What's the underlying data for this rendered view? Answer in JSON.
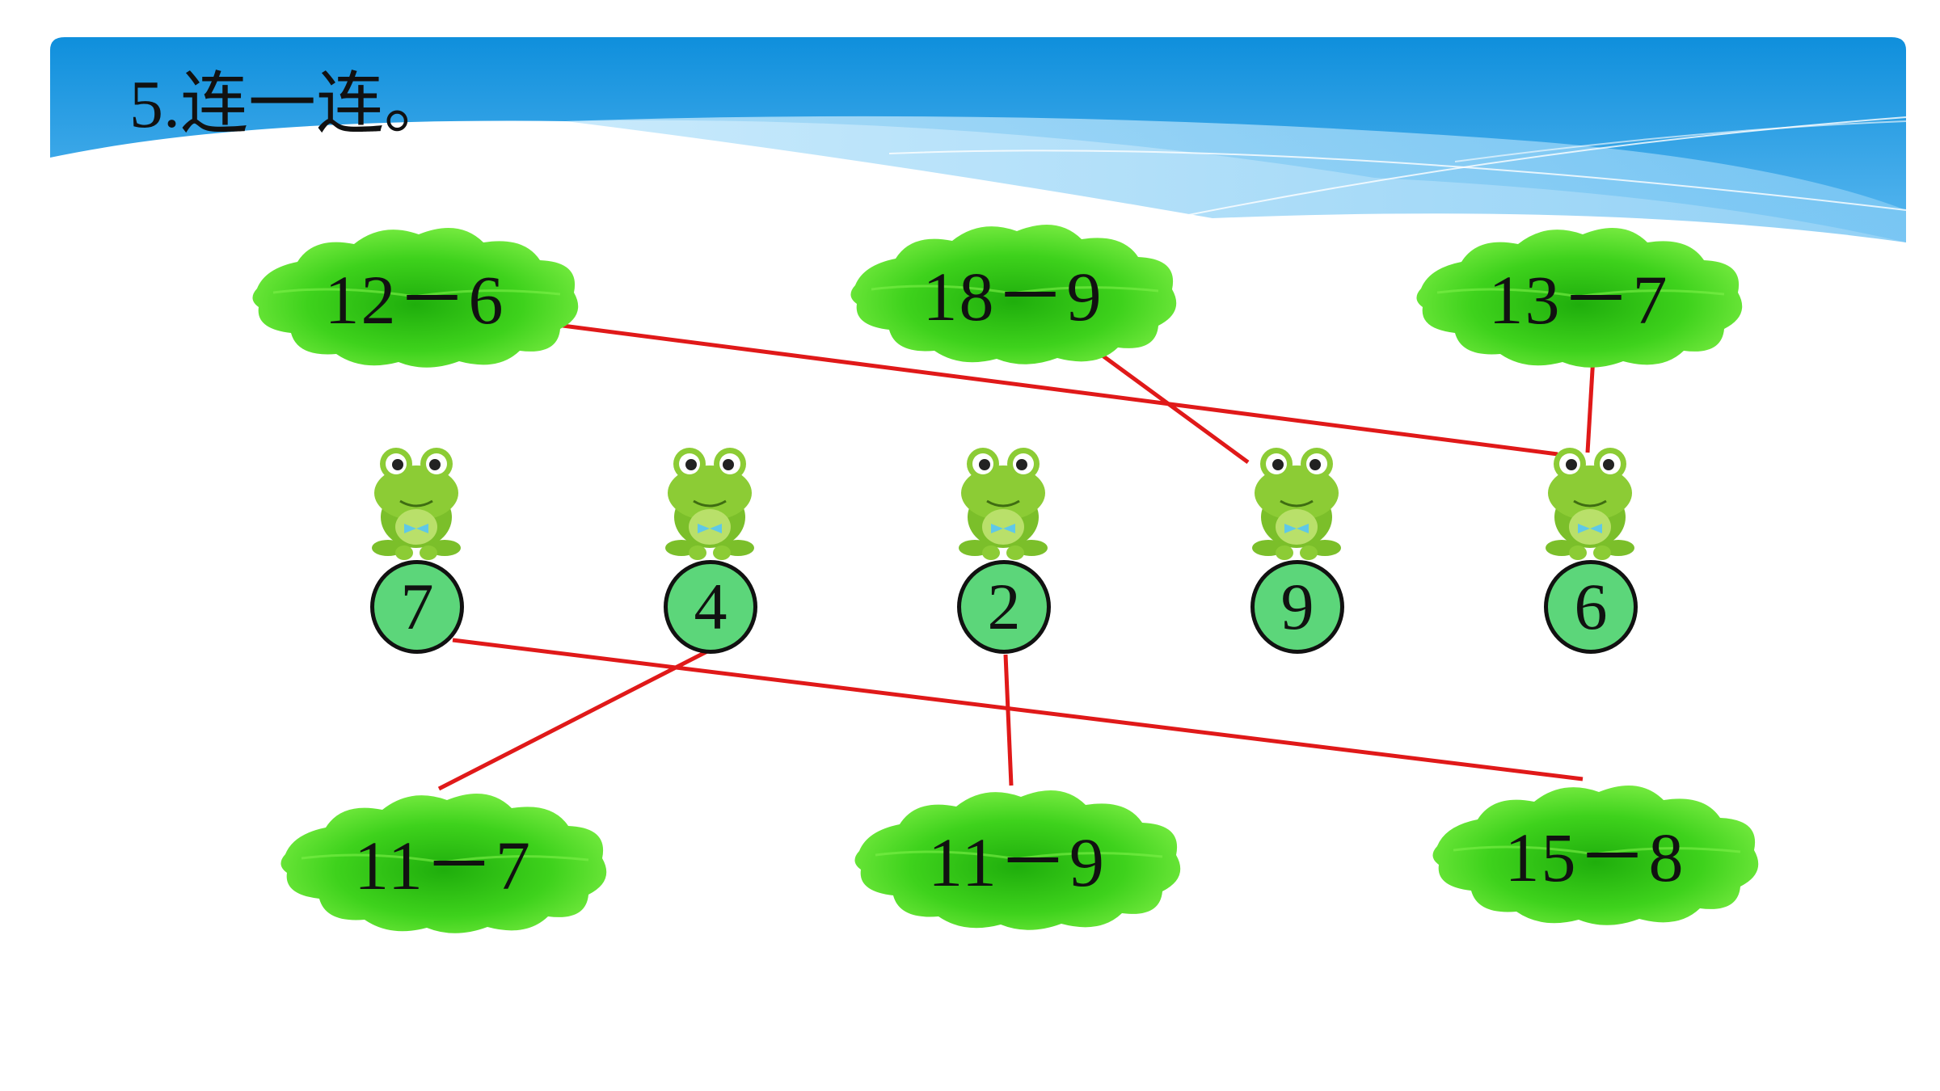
{
  "title": "5.连一连。",
  "colors": {
    "banner": "#1496e0",
    "leaf": "#3ecf1e",
    "circle": "#5cd67a",
    "line": "#e01919"
  },
  "top_leaves": [
    {
      "id": "t1",
      "expr": "12－6"
    },
    {
      "id": "t2",
      "expr": "18－9"
    },
    {
      "id": "t3",
      "expr": "13－7"
    }
  ],
  "frogs": [
    {
      "id": "f1",
      "value": "7"
    },
    {
      "id": "f2",
      "value": "4"
    },
    {
      "id": "f3",
      "value": "2"
    },
    {
      "id": "f4",
      "value": "9"
    },
    {
      "id": "f5",
      "value": "6"
    }
  ],
  "bottom_leaves": [
    {
      "id": "b1",
      "expr": "11－7"
    },
    {
      "id": "b2",
      "expr": "11－9"
    },
    {
      "id": "b3",
      "expr": "15－8"
    }
  ],
  "connections": [
    {
      "from": "12－6",
      "to": "6"
    },
    {
      "from": "18－9",
      "to": "9"
    },
    {
      "from": "13－7",
      "to": "6"
    },
    {
      "from": "11－7",
      "to": "4"
    },
    {
      "from": "11－9",
      "to": "2"
    },
    {
      "from": "15－8",
      "to": "7"
    }
  ]
}
